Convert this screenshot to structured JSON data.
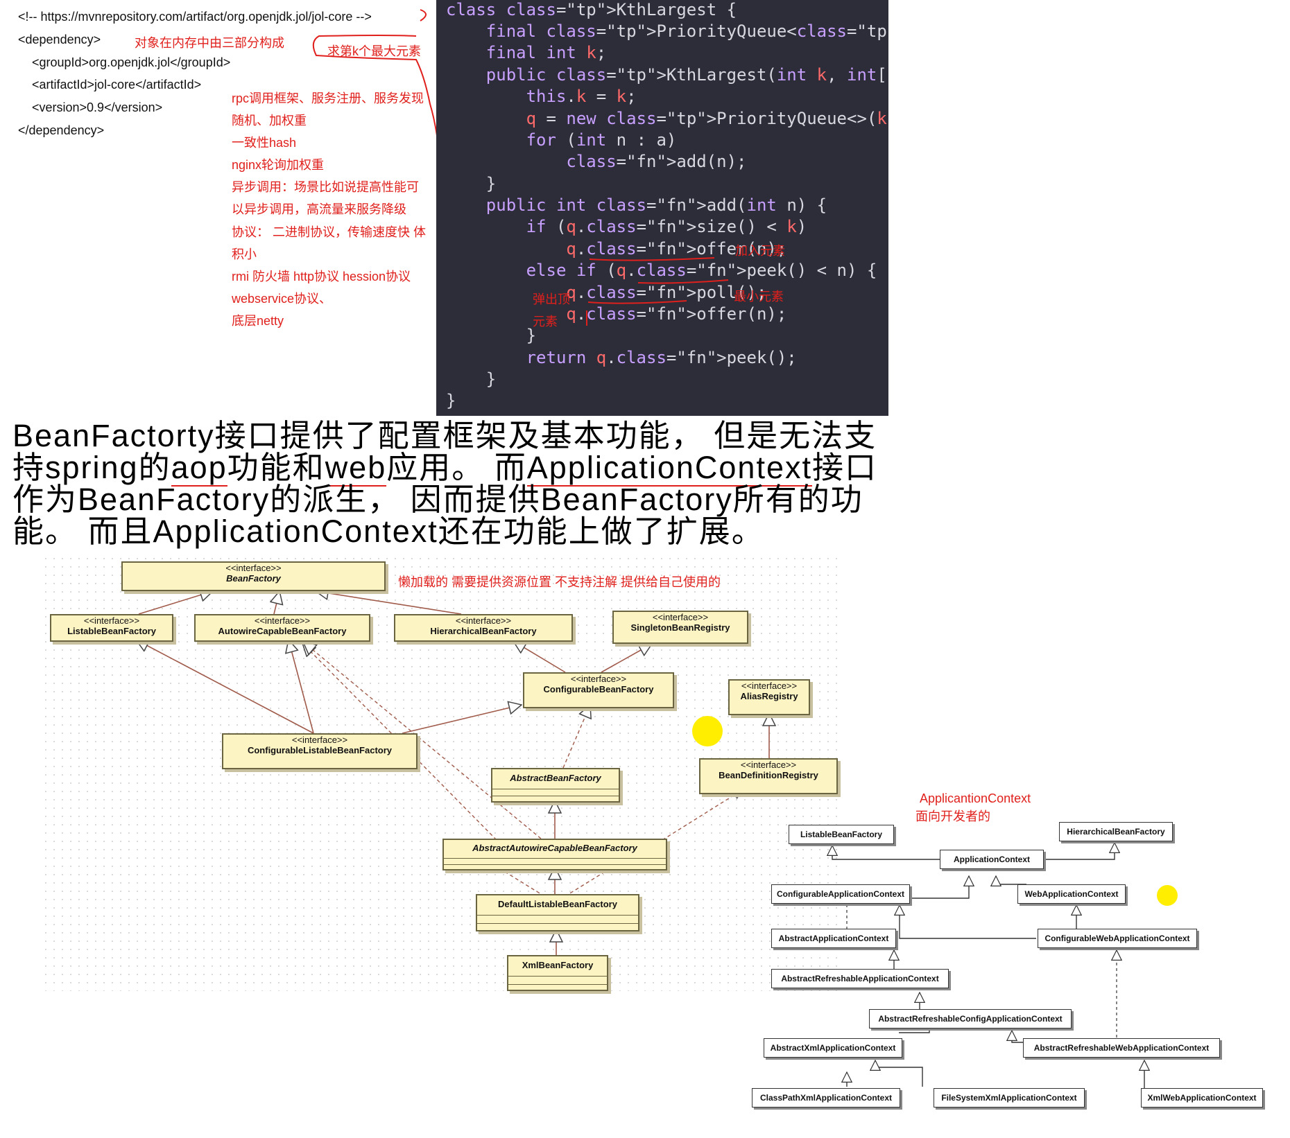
{
  "xml_snippet": {
    "comment": "<!-- https://mvnrepository.com/artifact/org.openjdk.jol/jol-core -->",
    "dependency_open": "<dependency>",
    "group_id": "<groupId>org.openjdk.jol</groupId>",
    "artifact_id": "<artifactId>jol-core</artifactId>",
    "version": "<version>0.9</version>",
    "dependency_close": "</dependency>"
  },
  "notes": {
    "object_memory": "对象在内存中由三部分构成",
    "kth_largest": "求第k个最大元素",
    "rpc_lines": [
      "rpc调用框架、服务注册、服务发现",
      "随机、加权重",
      "一致性hash",
      "nginx轮询加权重",
      "异步调用：场景比如说提高性能可",
      "以异步调用，高流量来服务降级",
      "协议： 二进制协议，传输速度快 体",
      "积小",
      "rmi 防火墙 http协议  hession协议",
      "webservice协议、",
      "底层netty"
    ],
    "add_element": "加入元素",
    "min_element": "最小元素",
    "pop_top_1": "弹出顶",
    "pop_top_2": "元素",
    "lazy_load": "懒加载的 需要提供资源位置 不支持注解 提供给自己使用的",
    "app_context_title": "ApplicantionContext",
    "app_context_sub": "面向开发者的"
  },
  "code_lines": [
    "class KthLargest {",
    "    final PriorityQueue<Integer> q;",
    "    final int k;",
    "    public KthLargest(int k, int[] a) {",
    "        this.k = k;",
    "        q = new PriorityQueue<>(k);",
    "        for (int n : a)",
    "            add(n);",
    "    }",
    "    public int add(int n) {",
    "        if (q.size() < k)",
    "            q.offer(n);",
    "        else if (q.peek() < n) {",
    "            q.poll();",
    "            q.offer(n);",
    "        }",
    "        return q.peek();",
    "    }",
    "}"
  ],
  "big_text": {
    "line1": "BeanFactorty接口提供了配置框架及基本功能， 但是无法支",
    "line2_a": "持spring的",
    "line2_b": "aop",
    "line2_c": "功能和",
    "line2_d": "web",
    "line2_e": "应用。 而",
    "line2_f": "ApplicationContext",
    "line2_g": "接口",
    "line3": "作为BeanFactory的派生， 因而提供BeanFactory所有的功",
    "line4": "能。 而且ApplicationContext还在功能上做了扩展。"
  },
  "stereotype": "<<interface>>",
  "bean_diagram": {
    "bean_factory": "BeanFactory",
    "listable": "ListableBeanFactory",
    "autowire_capable": "AutowireCapableBeanFactory",
    "hierarchical": "HierarchicalBeanFactory",
    "singleton_registry": "SingletonBeanRegistry",
    "configurable": "ConfigurableBeanFactory",
    "alias_registry": "AliasRegistry",
    "configurable_listable": "ConfigurableListableBeanFactory",
    "abstract_bean_factory": "AbstractBeanFactory",
    "bean_definition_registry": "BeanDefinitionRegistry",
    "abstract_autowire": "AbstractAutowireCapableBeanFactory",
    "default_listable": "DefaultListableBeanFactory",
    "xml_bean_factory": "XmlBeanFactory"
  },
  "context_diagram": {
    "listable": "ListableBeanFactory",
    "hierarchical": "HierarchicalBeanFactory",
    "application_context": "ApplicationContext",
    "configurable_app": "ConfigurableApplicationContext",
    "web_app": "WebApplicationContext",
    "abstract_app": "AbstractApplicationContext",
    "configurable_web": "ConfigurableWebApplicationContext",
    "abstract_refreshable": "AbstractRefreshableApplicationContext",
    "abstract_refreshable_config": "AbstractRefreshableConfigApplicationContext",
    "abstract_xml": "AbstractXmlApplicationContext",
    "abstract_refreshable_web": "AbstractRefreshableWebApplicationContext",
    "classpath_xml": "ClassPathXmlApplicationContext",
    "filesystem_xml": "FileSystemXmlApplicationContext",
    "xml_web": "XmlWebApplicationContext"
  },
  "colors": {
    "annotation": "#e0201c",
    "code_background": "#2c2d39",
    "uml_fill": "#fdf4c4",
    "highlight_dot": "#ffee00"
  }
}
